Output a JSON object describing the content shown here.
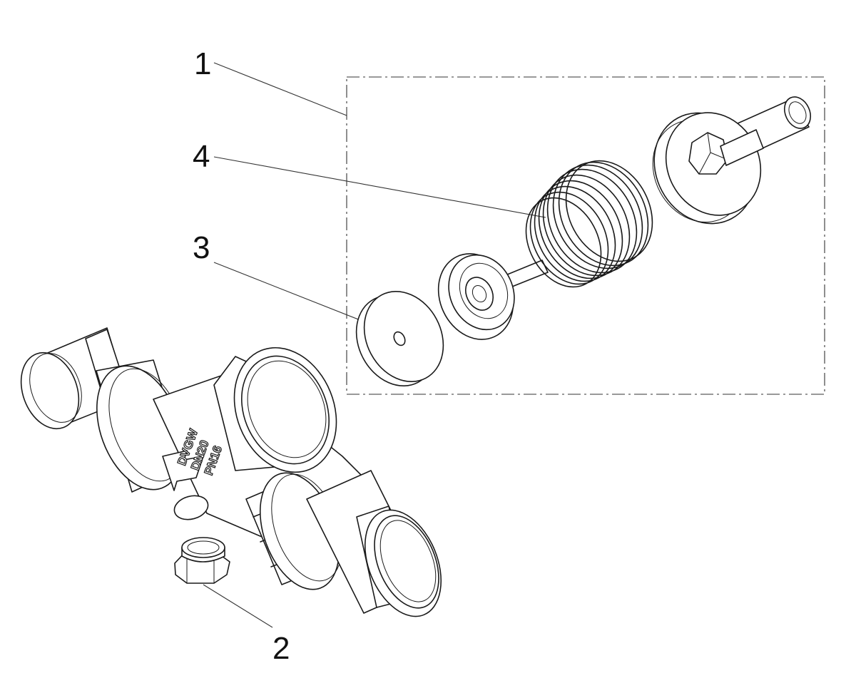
{
  "callouts": [
    {
      "id": "1",
      "label": "1"
    },
    {
      "id": "2",
      "label": "2"
    },
    {
      "id": "3",
      "label": "3"
    },
    {
      "id": "4",
      "label": "4"
    }
  ],
  "body_markings": {
    "line1": "DVGW",
    "line2": "DN20",
    "line3": "PN16"
  }
}
